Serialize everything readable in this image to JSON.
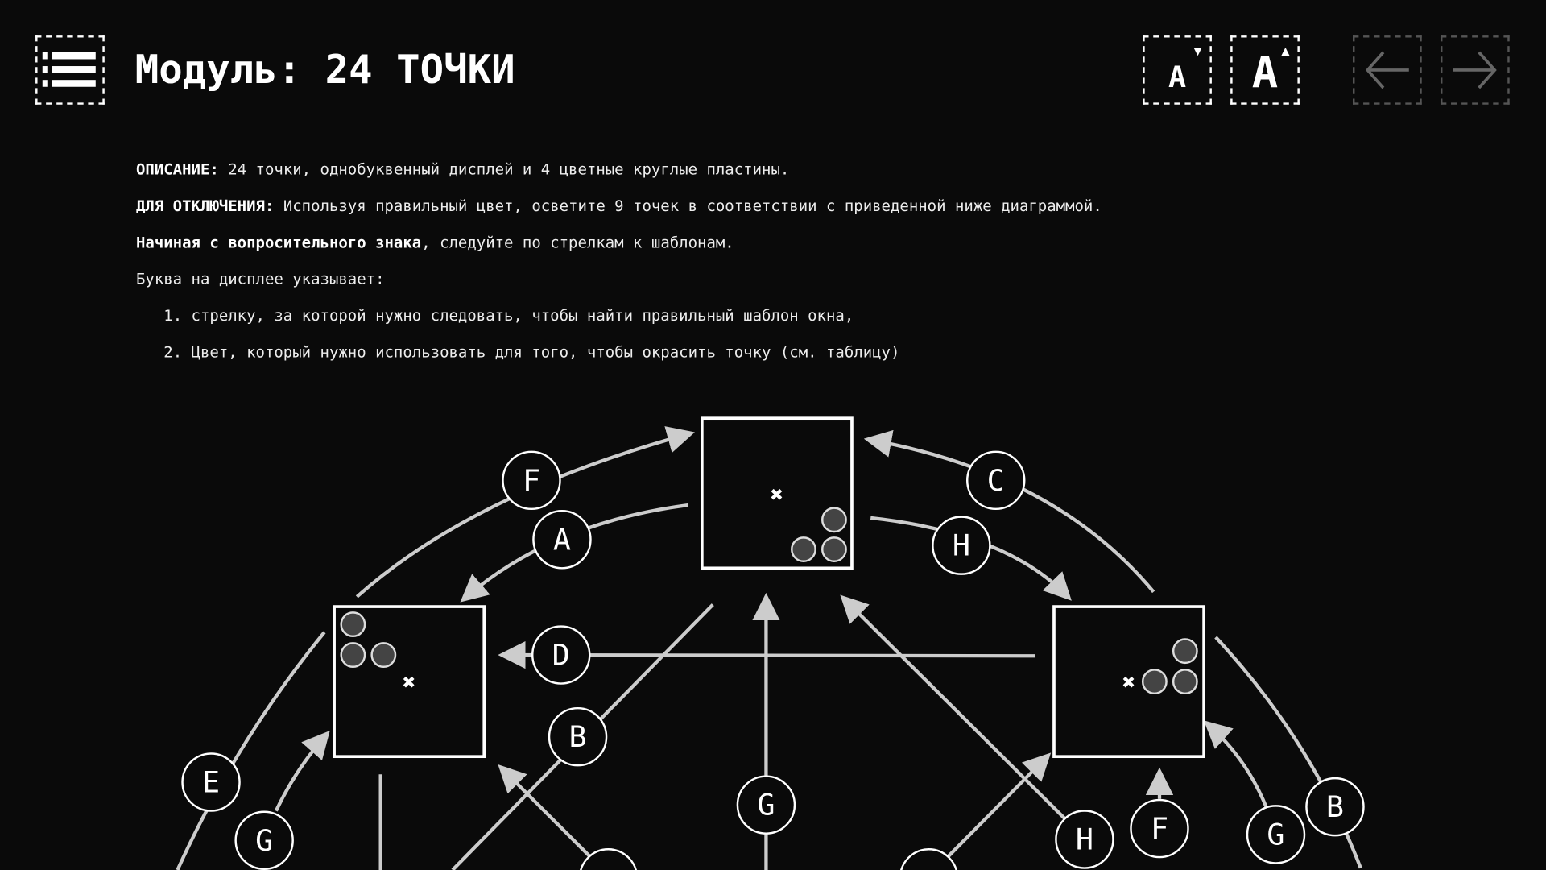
{
  "header": {
    "title": "Модуль: 24 ТОЧКИ",
    "menu_icon": "list-icon",
    "font_smaller_label": "A",
    "font_larger_label": "A",
    "prev_icon": "arrow-left-icon",
    "next_icon": "arrow-right-icon"
  },
  "description": {
    "desc_label": "ОПИСАНИЕ:",
    "desc_text": " 24 точки, однобуквенный дисплей и 4 цветные круглые пластины.",
    "disarm_label": "ДЛЯ ОТКЛЮЧЕНИЯ:",
    "disarm_text": " Используя правильный цвет, осветите 9 точек в соответствии с приведенной ниже диаграммой.",
    "start_bold": "Начиная с вопросительного знака",
    "start_text": ", следуйте по стрелкам к шаблонам.",
    "letter_intro": "Буква на дисплее указывает:",
    "items": [
      "1. стрелку, за которой нужно следовать, чтобы найти правильный шаблон окна,",
      "2. Цвет, который нужно использовать для того, чтобы окрасить точку (см. таблицу)"
    ]
  },
  "diagram": {
    "labels": [
      "F",
      "A",
      "C",
      "H",
      "D",
      "B",
      "G",
      "E",
      "G",
      "H",
      "F",
      "G",
      "B"
    ]
  }
}
